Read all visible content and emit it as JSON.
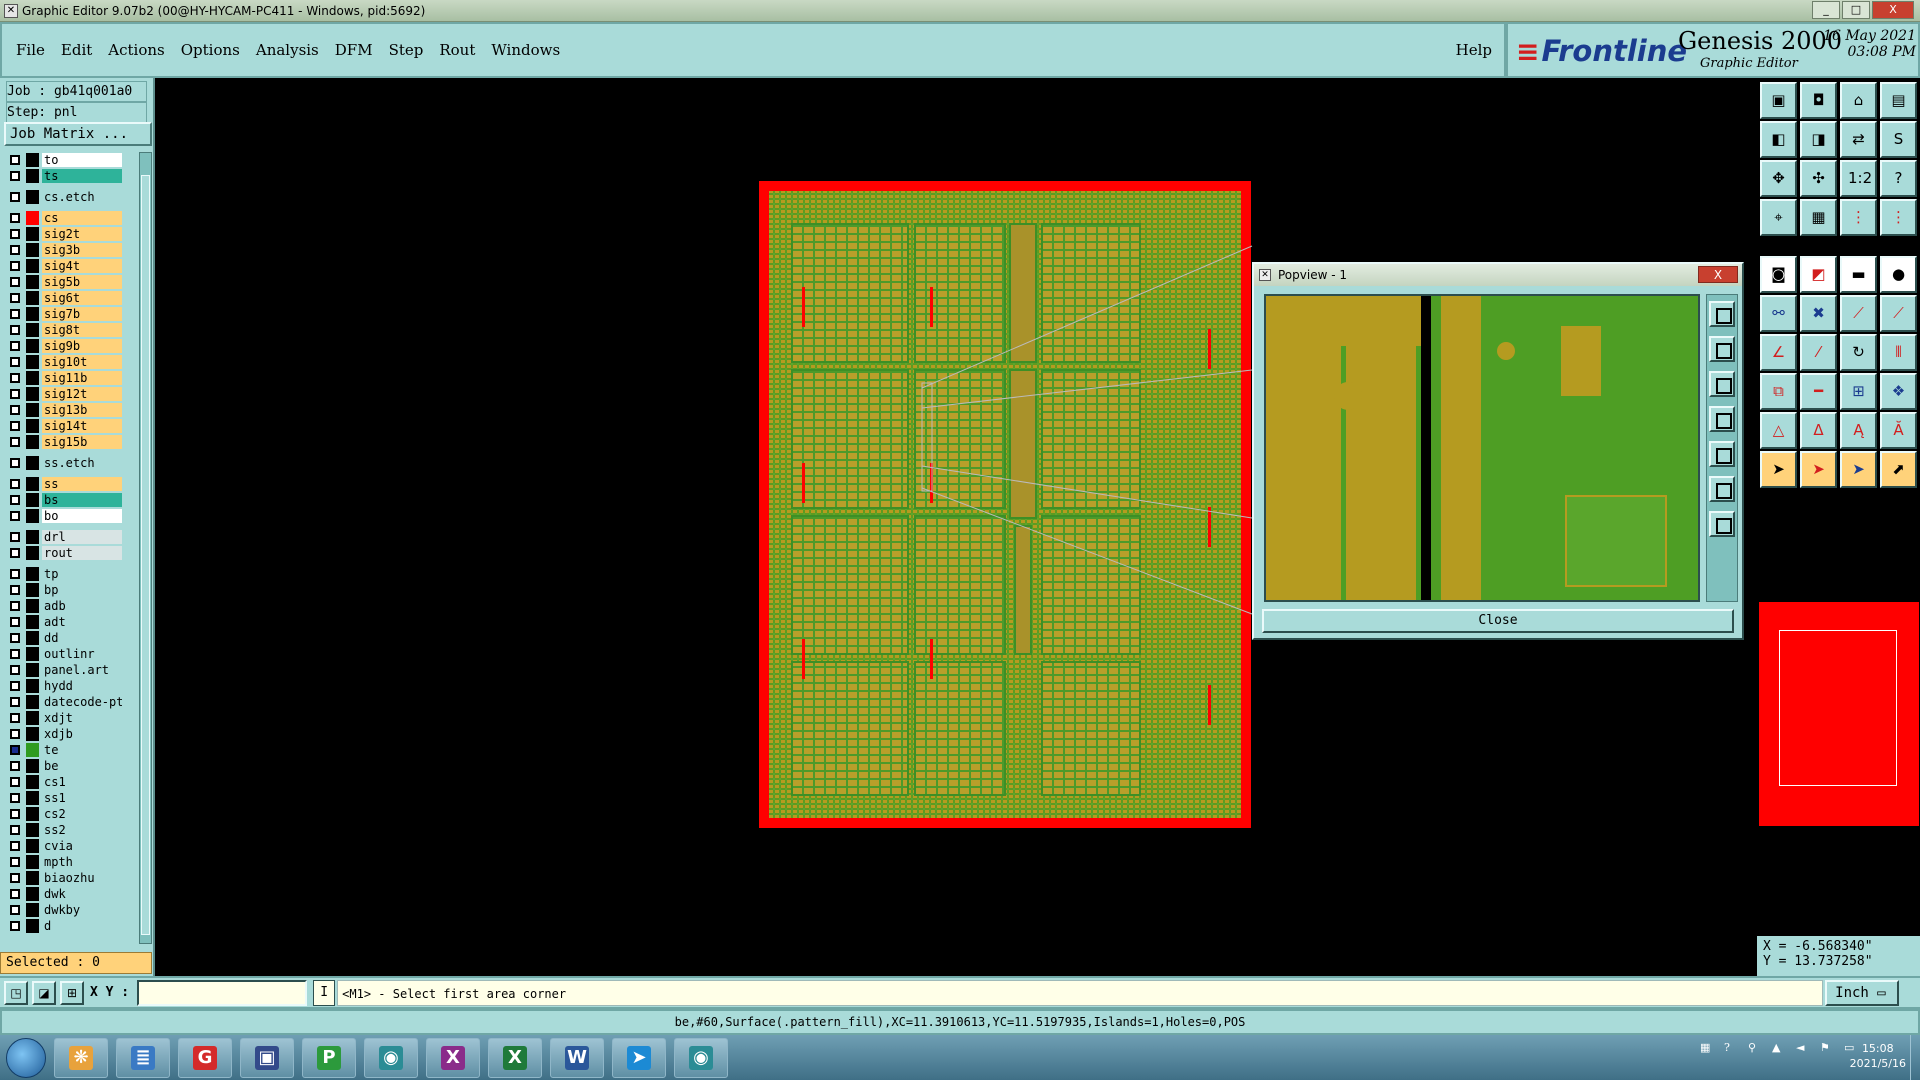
{
  "window": {
    "title": "Graphic Editor 9.07b2 (00@HY-HYCAM-PC411 - Windows, pid:5692)",
    "controls": [
      "_",
      "□",
      "X"
    ]
  },
  "menu": {
    "items": [
      "File",
      "Edit",
      "Actions",
      "Options",
      "Analysis",
      "DFM",
      "Step",
      "Rout",
      "Windows"
    ],
    "help": "Help"
  },
  "brand": {
    "logo": "Frontline",
    "product": "Genesis 2000",
    "subtitle": "Graphic Editor",
    "date": "16 May 2021",
    "time": "03:08 PM"
  },
  "job": {
    "job_line": "Job : gb41q001a0",
    "step_line": "Step: pnl",
    "matrix_button": "Job Matrix ..."
  },
  "layers": [
    {
      "name": "to",
      "color": "#ffffff",
      "swatch": "#000000",
      "gap": false
    },
    {
      "name": "ts",
      "color": "#2eb39a",
      "swatch": "#000000",
      "gap": false
    },
    {
      "name": "cs.etch",
      "color": "#a9dbd9",
      "swatch": "#000000",
      "gap": true
    },
    {
      "name": "cs",
      "color": "#ffd27a",
      "swatch": "#ff0000",
      "gap": true
    },
    {
      "name": "sig2t",
      "color": "#ffd27a",
      "swatch": "#000000",
      "gap": false
    },
    {
      "name": "sig3b",
      "color": "#ffd27a",
      "swatch": "#000000",
      "gap": false
    },
    {
      "name": "sig4t",
      "color": "#ffd27a",
      "swatch": "#000000",
      "gap": false
    },
    {
      "name": "sig5b",
      "color": "#ffd27a",
      "swatch": "#000000",
      "gap": false
    },
    {
      "name": "sig6t",
      "color": "#ffd27a",
      "swatch": "#000000",
      "gap": false
    },
    {
      "name": "sig7b",
      "color": "#ffd27a",
      "swatch": "#000000",
      "gap": false
    },
    {
      "name": "sig8t",
      "color": "#ffd27a",
      "swatch": "#000000",
      "gap": false
    },
    {
      "name": "sig9b",
      "color": "#ffd27a",
      "swatch": "#000000",
      "gap": false
    },
    {
      "name": "sig10t",
      "color": "#ffd27a",
      "swatch": "#000000",
      "gap": false
    },
    {
      "name": "sig11b",
      "color": "#ffd27a",
      "swatch": "#000000",
      "gap": false
    },
    {
      "name": "sig12t",
      "color": "#ffd27a",
      "swatch": "#000000",
      "gap": false
    },
    {
      "name": "sig13b",
      "color": "#ffd27a",
      "swatch": "#000000",
      "gap": false
    },
    {
      "name": "sig14t",
      "color": "#ffd27a",
      "swatch": "#000000",
      "gap": false
    },
    {
      "name": "sig15b",
      "color": "#ffd27a",
      "swatch": "#000000",
      "gap": false
    },
    {
      "name": "ss.etch",
      "color": "#a9dbd9",
      "swatch": "#000000",
      "gap": true
    },
    {
      "name": "ss",
      "color": "#ffd27a",
      "swatch": "#000000",
      "gap": true
    },
    {
      "name": "bs",
      "color": "#2eb39a",
      "swatch": "#000000",
      "gap": false
    },
    {
      "name": "bo",
      "color": "#ffffff",
      "swatch": "#000000",
      "gap": false
    },
    {
      "name": "drl",
      "color": "#d8e4e4",
      "swatch": "#000000",
      "gap": true
    },
    {
      "name": "rout",
      "color": "#d8e4e4",
      "swatch": "#000000",
      "gap": false
    },
    {
      "name": "tp",
      "color": "#a9dbd9",
      "swatch": "#000000",
      "gap": true
    },
    {
      "name": "bp",
      "color": "#a9dbd9",
      "swatch": "#000000",
      "gap": false
    },
    {
      "name": "adb",
      "color": "#a9dbd9",
      "swatch": "#000000",
      "gap": false
    },
    {
      "name": "adt",
      "color": "#a9dbd9",
      "swatch": "#000000",
      "gap": false
    },
    {
      "name": "dd",
      "color": "#a9dbd9",
      "swatch": "#000000",
      "gap": false
    },
    {
      "name": "outlinr",
      "color": "#a9dbd9",
      "swatch": "#000000",
      "gap": false
    },
    {
      "name": "panel.art",
      "color": "#a9dbd9",
      "swatch": "#000000",
      "gap": false
    },
    {
      "name": "hydd",
      "color": "#a9dbd9",
      "swatch": "#000000",
      "gap": false
    },
    {
      "name": "datecode-pto",
      "color": "#a9dbd9",
      "swatch": "#000000",
      "gap": false
    },
    {
      "name": "xdjt",
      "color": "#a9dbd9",
      "swatch": "#000000",
      "gap": false
    },
    {
      "name": "xdjb",
      "color": "#a9dbd9",
      "swatch": "#000000",
      "gap": false
    },
    {
      "name": "te",
      "color": "#a9dbd9",
      "swatch": "#2e9b1f",
      "gap": false,
      "active": true
    },
    {
      "name": "be",
      "color": "#a9dbd9",
      "swatch": "#000000",
      "gap": false
    },
    {
      "name": "cs1",
      "color": "#a9dbd9",
      "swatch": "#000000",
      "gap": false
    },
    {
      "name": "ss1",
      "color": "#a9dbd9",
      "swatch": "#000000",
      "gap": false
    },
    {
      "name": "cs2",
      "color": "#a9dbd9",
      "swatch": "#000000",
      "gap": false
    },
    {
      "name": "ss2",
      "color": "#a9dbd9",
      "swatch": "#000000",
      "gap": false
    },
    {
      "name": "cvia",
      "color": "#a9dbd9",
      "swatch": "#000000",
      "gap": false
    },
    {
      "name": "mpth",
      "color": "#a9dbd9",
      "swatch": "#000000",
      "gap": false
    },
    {
      "name": "biaozhu",
      "color": "#a9dbd9",
      "swatch": "#000000",
      "gap": false
    },
    {
      "name": "dwk",
      "color": "#a9dbd9",
      "swatch": "#000000",
      "gap": false
    },
    {
      "name": "dwkby",
      "color": "#a9dbd9",
      "swatch": "#000000",
      "gap": false
    },
    {
      "name": "d",
      "color": "#a9dbd9",
      "swatch": "#000000",
      "gap": false
    }
  ],
  "selected": "Selected : 0",
  "popview": {
    "title": "Popview - 1",
    "close_label": "Close",
    "close_x": "X"
  },
  "coords": {
    "x": "X = -6.568340\"",
    "y": "Y = 13.737258\""
  },
  "status": {
    "xy_label": "X Y :",
    "xy_value": "",
    "i_button": "I",
    "prompt": "<M1> - Select first area corner",
    "unit": "Inch"
  },
  "info": "be,#60,Surface(.pattern_fill),XC=11.3910613,YC=11.5197935,Islands=1,Holes=0,POS",
  "taskbar": {
    "time": "15:08",
    "date": "2021/5/16"
  },
  "colors": {
    "panel": "#a9dbd9",
    "board_red": "#ff0000",
    "copper_gold": "#b59b20",
    "copper_green": "#5ea52c",
    "highlight_yellow": "#ffd27a"
  }
}
